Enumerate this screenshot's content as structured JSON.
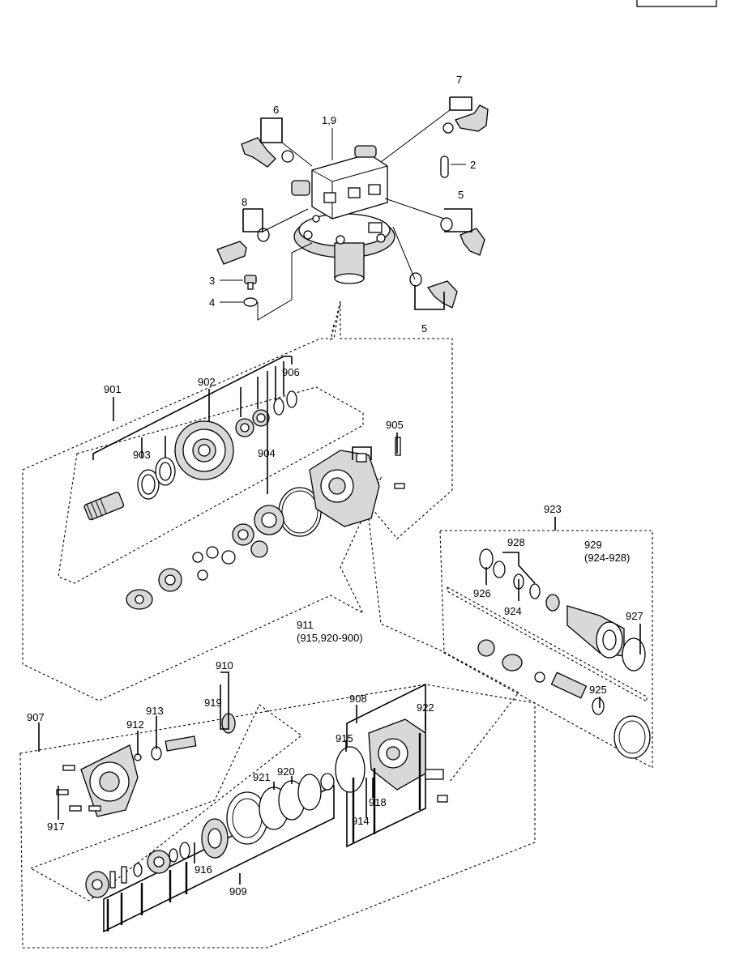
{
  "corner_box_label": "",
  "callouts": {
    "c1_9": "1,9",
    "c2": "2",
    "c3": "3",
    "c4": "4",
    "c5a": "5",
    "c5b": "5",
    "c6": "6",
    "c7": "7",
    "c8": "8",
    "c901": "901",
    "c902": "902",
    "c903": "903",
    "c904": "904",
    "c905": "905",
    "c906": "906",
    "c907": "907",
    "c908": "908",
    "c909": "909",
    "c910": "910",
    "c911": "911",
    "c911_sub": "(915,920-900)",
    "c912": "912",
    "c913": "913",
    "c914": "914",
    "c915": "915",
    "c916": "916",
    "c917": "917",
    "c918": "918",
    "c919": "919",
    "c920": "920",
    "c921": "921",
    "c922": "922",
    "c923": "923",
    "c924": "924",
    "c925": "925",
    "c926": "926",
    "c927": "927",
    "c928": "928",
    "c929": "929",
    "c929_sub": "(924-928)"
  }
}
